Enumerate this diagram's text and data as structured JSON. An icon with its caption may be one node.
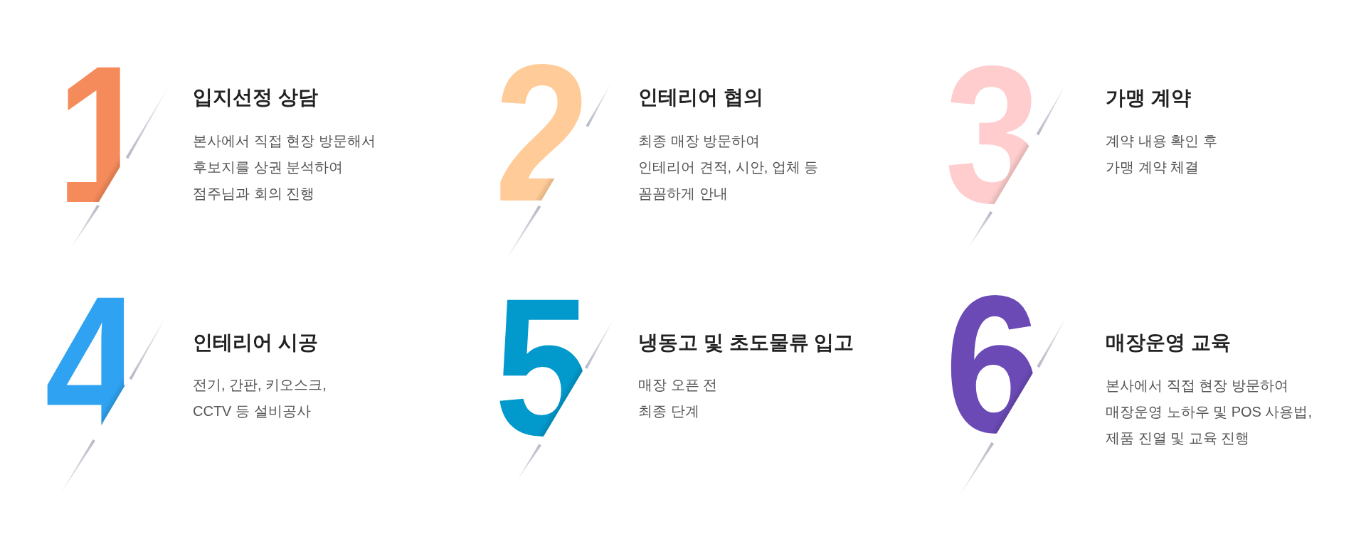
{
  "diagram": {
    "labels": [
      "1",
      "입지선정 상담",
      "본사에서 직접 현장 방문해서 후보지를 상권 분석하여 점주님과 회의 진행",
      "2",
      "인테리어 협의",
      "최종 매장 방문하여 인테리어 견적, 시안, 업체 등 꼼꼼하게 안내",
      "3",
      "가맹 계약",
      "계약 내용 확인 후 가맹 계약 체결",
      "4",
      "인테리어 시공",
      "전기, 간판, 키오스크, CCTV 등 설비공사",
      "5",
      "냉동고 및 초도물류 입고",
      "매장 오픈 전 최종 단계",
      "6",
      "매장운영 교육",
      "본사에서 직접 현장 방문하여 매장운영 노하우 및 POS 사용법, 제품 진열 및 교육 진행"
    ]
  }
}
